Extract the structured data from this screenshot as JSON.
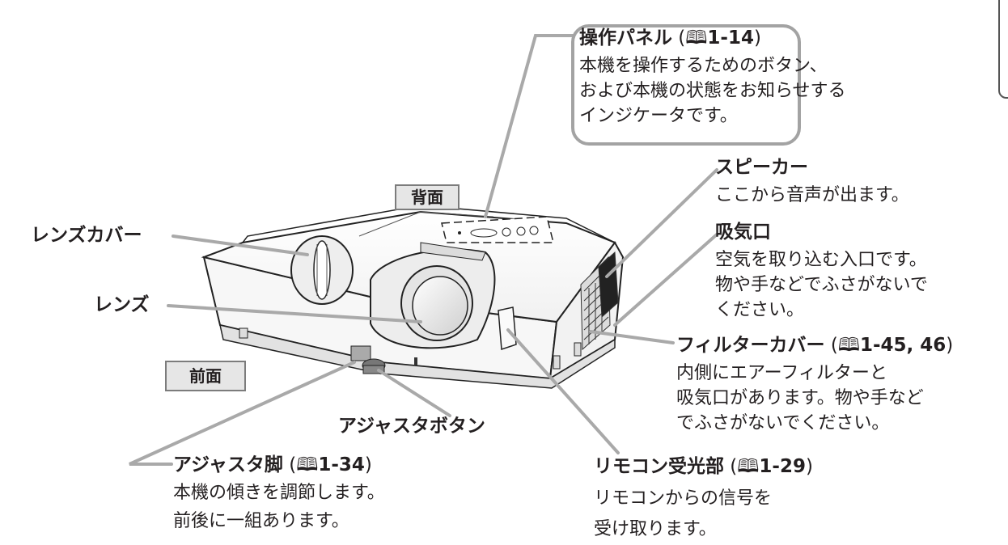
{
  "views": {
    "back": "背面",
    "front": "前面"
  },
  "book_ref_icon": "book-icon",
  "callouts": {
    "control_panel": {
      "title": "操作パネル",
      "ref_open": " (",
      "ref": "1-14",
      "ref_close": ")",
      "lines": [
        "本機を操作するためのボタン、",
        "および本機の状態をお知らせする",
        "インジケータです。"
      ]
    },
    "speaker": {
      "title": "スピーカー",
      "lines": [
        "ここから音声が出ます。"
      ]
    },
    "air_intake": {
      "title": "吸気口",
      "lines": [
        "空気を取り込む入口です。",
        "物や手などでふさがないで",
        "ください。"
      ]
    },
    "filter_cover": {
      "title": "フィルターカバー",
      "ref_open": " (",
      "ref": "1-45, 46",
      "ref_close": ")",
      "lines": [
        "内側にエアーフィルターと",
        "吸気口があります。物や手など",
        "でふさがないでください。"
      ]
    },
    "lens_cover": {
      "title": "レンズカバー"
    },
    "lens": {
      "title": "レンズ"
    },
    "adjust_button": {
      "title": "アジャスタボタン"
    },
    "adjust_foot": {
      "title": "アジャスタ脚",
      "ref_open": " (",
      "ref": "1-34",
      "ref_close": ")",
      "lines": [
        "本機の傾きを調節します。",
        "前後に一組あります。"
      ]
    },
    "remote_sensor": {
      "title": "リモコン受光部",
      "ref_open": " (",
      "ref": "1-29",
      "ref_close": ")",
      "lines": [
        "リモコンからの信号を",
        "受け取ります。"
      ]
    }
  }
}
